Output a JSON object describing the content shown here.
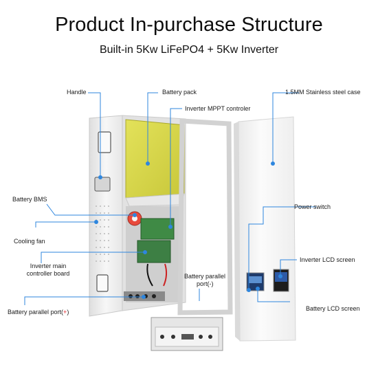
{
  "header": {
    "title": "Product In-purchase Structure",
    "subtitle": "Built-in 5Kw LiFePO4 + 5Kw Inverter"
  },
  "labels": {
    "handle": "Handle",
    "battery_pack": "Battery pack",
    "inverter_mppt": "Inverter MPPT controler",
    "steel_case": "1.5MM Stainless steel case",
    "battery_bms": "Battery BMS",
    "power_switch": "Power switch",
    "cooling_fan": "Cooling fan",
    "inverter_main_line1": "Inverter main",
    "inverter_main_line2": "controller board",
    "inverter_lcd": "Inverter LCD screen",
    "battery_parallel_minus_line1": "Battery parallel",
    "battery_parallel_minus_line2": "port(-)",
    "battery_parallel_plus_prefix": "Battery parallel port(",
    "battery_parallel_plus_sign": "+",
    "battery_parallel_plus_suffix": ")",
    "battery_lcd": "Battery LCD screen"
  },
  "colors": {
    "leader_line": "#2e86de",
    "battery_pack": "#d9d84a",
    "case": "#f2f2f2",
    "plus_sign": "#e0252b"
  }
}
